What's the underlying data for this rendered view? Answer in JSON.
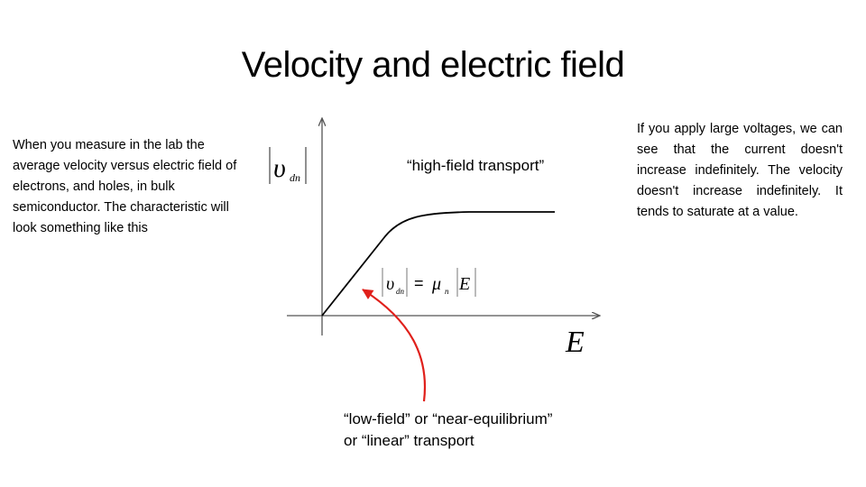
{
  "slide": {
    "title": "Velocity and electric field",
    "left_text": "When you measure in the lab the average velocity versus electric field of electrons, and holes, in bulk semiconductor. The characteristic will look something like this",
    "right_text": "If you apply large voltages, we can see that the current doesn't increase indefinitely. The velocity doesn't increase indefinitely. It tends to saturate at a value."
  },
  "figure": {
    "y_axis_symbol": "υ",
    "y_axis_subscript": "dn",
    "x_axis_symbol": "E",
    "label_high_field": "“high-field transport”",
    "label_low_field_line1": "“low-field” or “near-equilibrium”",
    "label_low_field_line2": "or “linear” transport",
    "eq_v": "υ",
    "eq_v_sub": "dn",
    "eq_equals": "=",
    "eq_mu": "μ",
    "eq_mu_sub": "n",
    "eq_field": "E",
    "curve_color": "#000000",
    "arrow_color": "#e0201b",
    "axis_color": "#555555"
  }
}
